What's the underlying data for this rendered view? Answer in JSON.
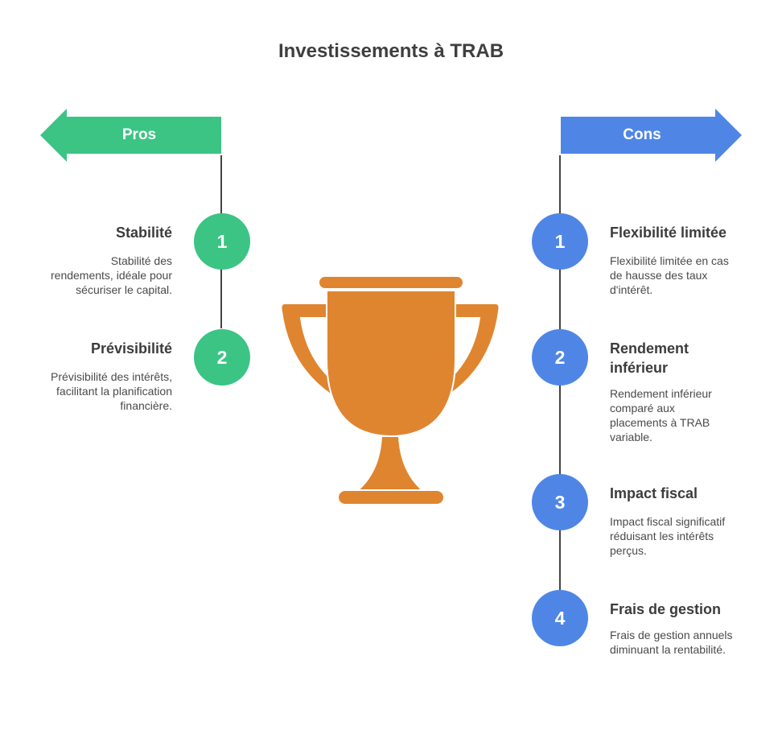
{
  "title": "Investissements à TRAB",
  "pros": {
    "label": "Pros",
    "color": "#3cc484",
    "items": [
      {
        "number": "1",
        "title": "Stabilité",
        "desc_lines": [
          "Stabilité des",
          "rendements, idéale pour",
          "sécuriser le capital."
        ]
      },
      {
        "number": "2",
        "title": "Prévisibilité",
        "desc_lines": [
          "Prévisibilité des intérêts,",
          "facilitant la planification",
          "financière."
        ]
      }
    ]
  },
  "cons": {
    "label": "Cons",
    "color": "#4f86e6",
    "items": [
      {
        "number": "1",
        "title_lines": [
          "Flexibilité limitée"
        ],
        "desc_lines": [
          "Flexibilité limitée en cas",
          "de hausse des taux",
          "d'intérêt."
        ]
      },
      {
        "number": "2",
        "title_lines": [
          "Rendement",
          "inférieur"
        ],
        "desc_lines": [
          "Rendement inférieur",
          "comparé aux",
          "placements à TRAB",
          "variable."
        ]
      },
      {
        "number": "3",
        "title_lines": [
          "Impact fiscal"
        ],
        "desc_lines": [
          "Impact fiscal significatif",
          "réduisant les intérêts",
          "perçus."
        ]
      },
      {
        "number": "4",
        "title_lines": [
          "Frais de gestion"
        ],
        "desc_lines": [
          "Frais de gestion annuels",
          "diminuant la rentabilité."
        ]
      }
    ]
  },
  "icons": {
    "center": "trophy-icon"
  },
  "colors": {
    "trophy": "#df8530"
  }
}
